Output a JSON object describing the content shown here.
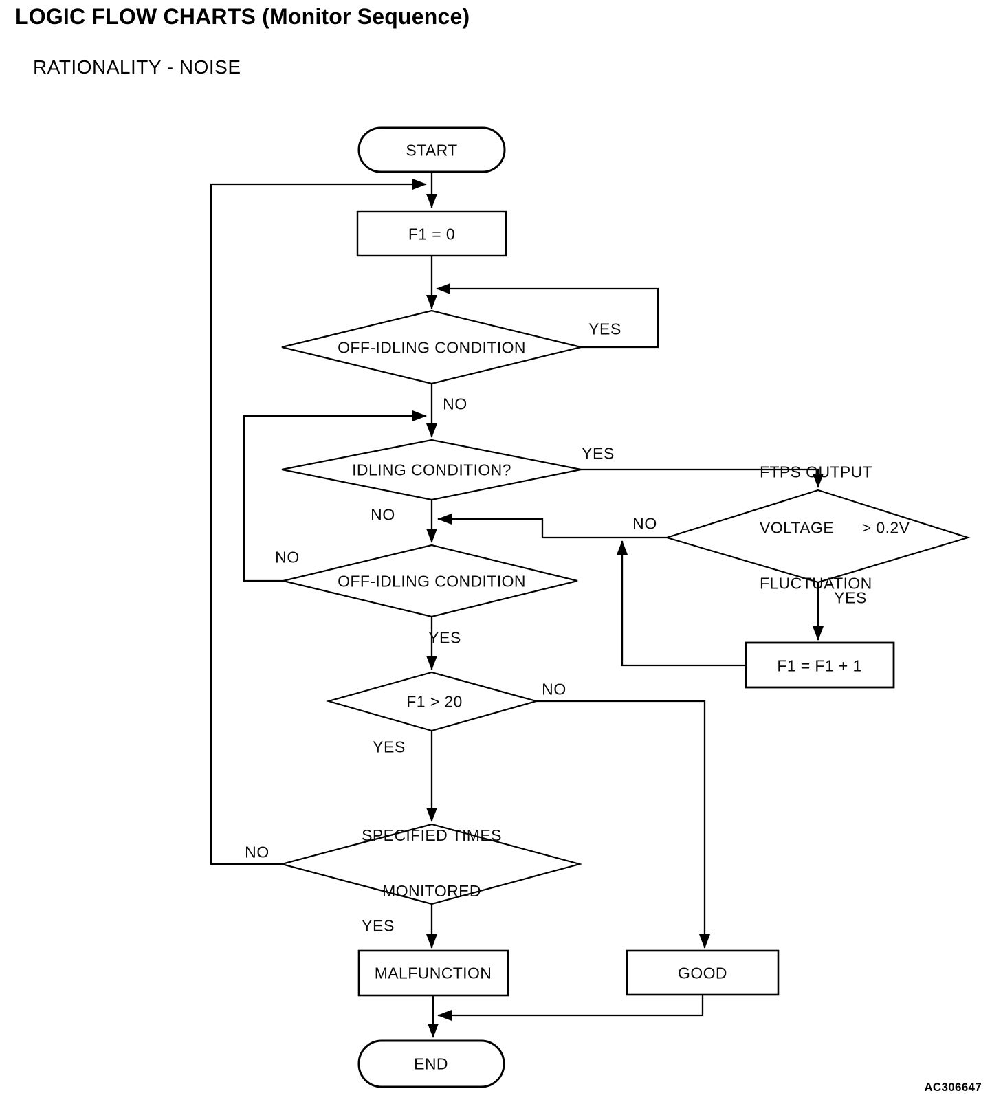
{
  "page": {
    "title": "LOGIC FLOW CHARTS (Monitor Sequence)",
    "subtitle": "RATIONALITY - NOISE",
    "figure_code": "AC306647"
  },
  "colors": {
    "line": "#000000",
    "background": "#ffffff",
    "text": "#000000"
  },
  "flowchart": {
    "nodes": {
      "start": {
        "type": "terminator",
        "label": "START"
      },
      "init": {
        "type": "process",
        "label": "F1 = 0"
      },
      "off_idling_1": {
        "type": "decision",
        "label": "OFF-IDLING CONDITION",
        "yes_label": "YES",
        "no_label": "NO"
      },
      "idling": {
        "type": "decision",
        "label": "IDLING CONDITION?",
        "yes_label": "YES",
        "no_label": "NO"
      },
      "ftps": {
        "type": "decision",
        "line1": "FTPS OUTPUT",
        "line2": "VOLTAGE      > 0.2V",
        "line3": "FLUCTUATION",
        "yes_label": "YES",
        "no_label": "NO"
      },
      "increment": {
        "type": "process",
        "label": "F1 = F1 + 1"
      },
      "off_idling_2": {
        "type": "decision",
        "label": "OFF-IDLING CONDITION",
        "yes_label": "YES",
        "no_label": "NO"
      },
      "f1_count": {
        "type": "decision",
        "label": "F1 > 20",
        "yes_label": "YES",
        "no_label": "NO"
      },
      "specified": {
        "type": "decision",
        "line1": "SPECIFIED TIMES",
        "line2": "MONITORED",
        "yes_label": "YES",
        "no_label": "NO"
      },
      "malfunction": {
        "type": "process",
        "label": "MALFUNCTION"
      },
      "good": {
        "type": "process",
        "label": "GOOD"
      },
      "end": {
        "type": "terminator",
        "label": "END"
      }
    }
  }
}
